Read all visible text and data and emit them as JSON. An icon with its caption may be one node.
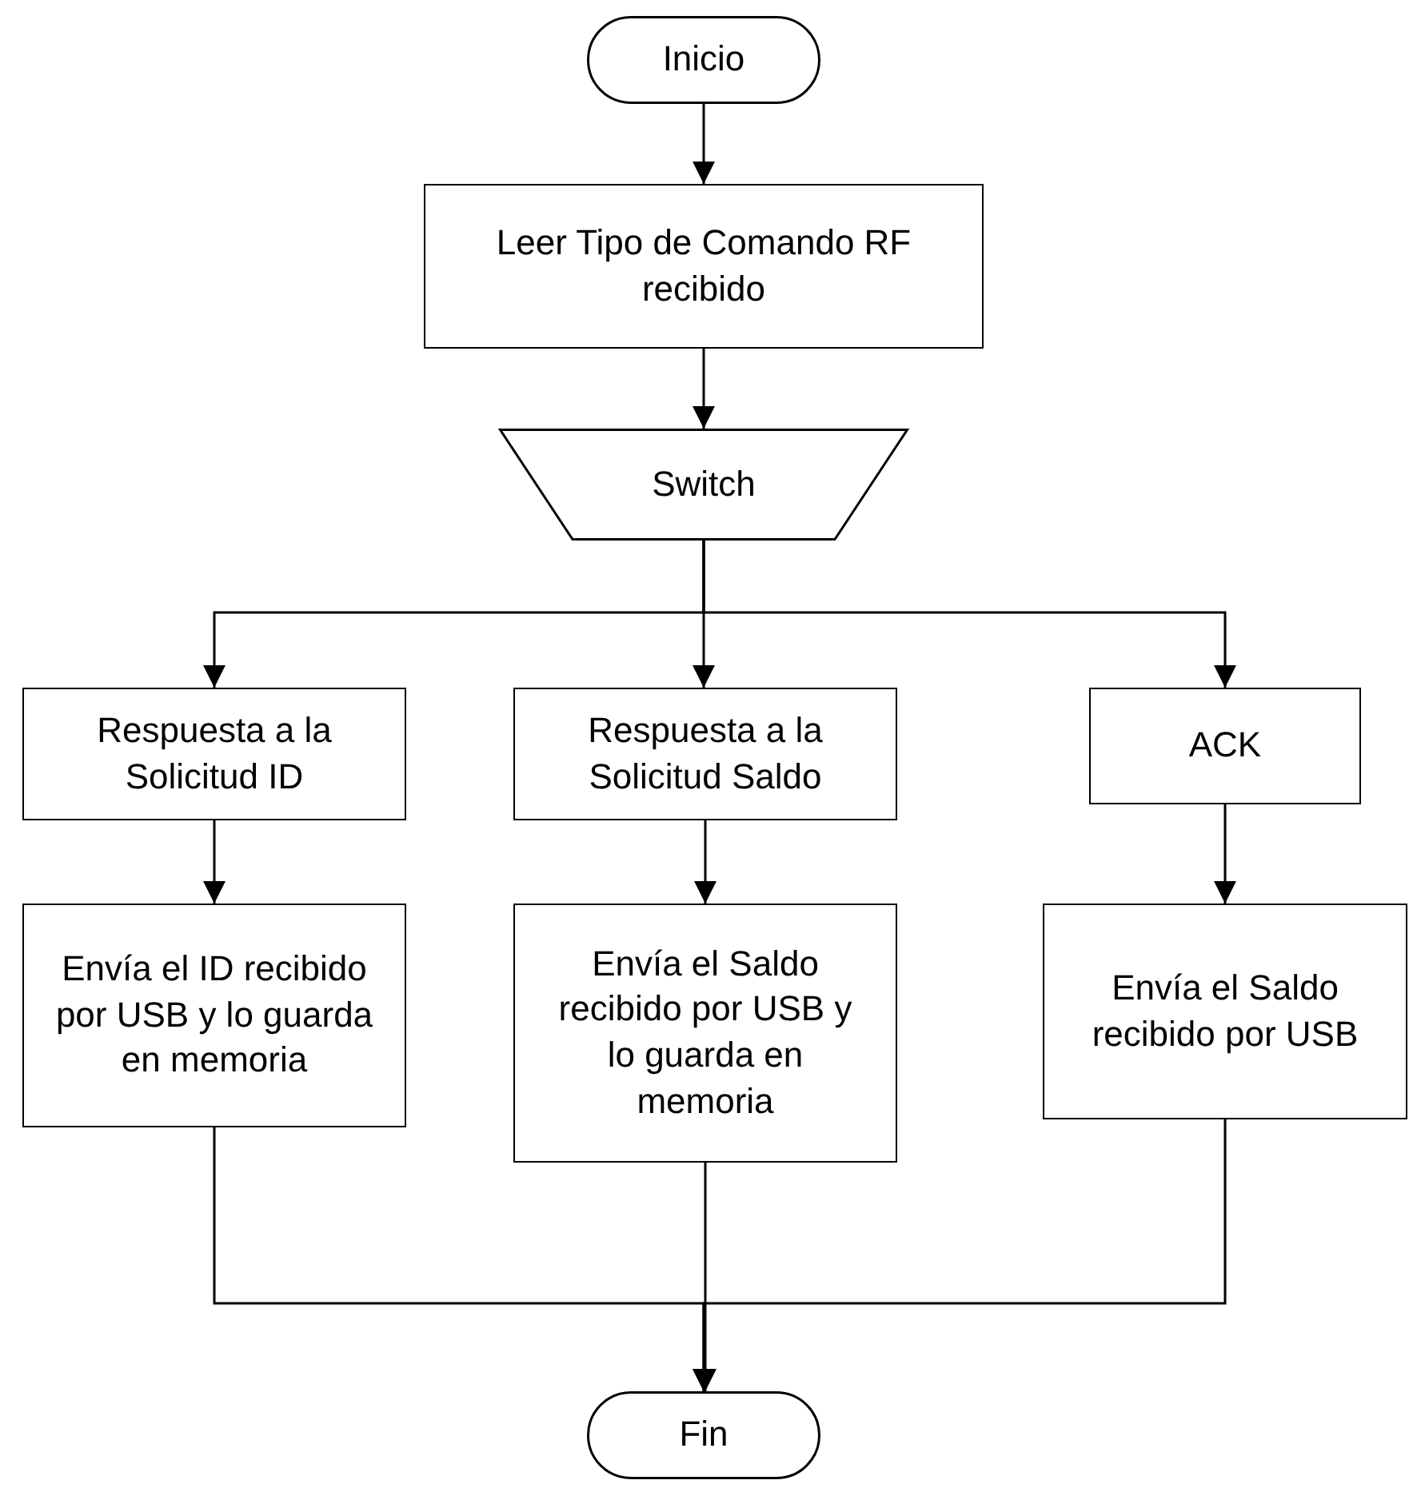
{
  "diagram": {
    "nodes": [
      {
        "text": [
          "Inicio"
        ]
      },
      {
        "text": [
          "Leer Tipo de Comando RF recibido"
        ]
      },
      {
        "text": [
          "Switch"
        ]
      },
      {
        "text": [
          "Respuesta a la Solicitud ID"
        ]
      },
      {
        "text": [
          "Respuesta a la Solicitud Saldo"
        ]
      },
      {
        "text": [
          "ACK"
        ]
      },
      {
        "text": [
          "Envía el ID recibido por USB y lo guarda en memoria"
        ]
      },
      {
        "text": [
          "Envía el Saldo recibido por USB y lo guarda en memoria"
        ]
      },
      {
        "text": [
          "Envía el Saldo recibido por USB"
        ]
      },
      {
        "text": [
          "Fin"
        ]
      }
    ],
    "edges": [
      {
        "from": 0,
        "to": 1,
        "arrow": "to"
      },
      {
        "from": 1,
        "to": 2,
        "arrow": "to"
      },
      {
        "from": 2,
        "to": 3,
        "arrow": "to"
      },
      {
        "from": 2,
        "to": 4,
        "arrow": "to"
      },
      {
        "from": 2,
        "to": 5,
        "arrow": "to"
      },
      {
        "from": 3,
        "to": 6,
        "arrow": "to"
      },
      {
        "from": 4,
        "to": 7,
        "arrow": "to"
      },
      {
        "from": 5,
        "to": 8,
        "arrow": "to"
      },
      {
        "from": 6,
        "to": 9,
        "arrow": "to"
      },
      {
        "from": 7,
        "to": 9,
        "arrow": "to"
      },
      {
        "from": 8,
        "to": 9,
        "arrow": "to"
      }
    ]
  }
}
